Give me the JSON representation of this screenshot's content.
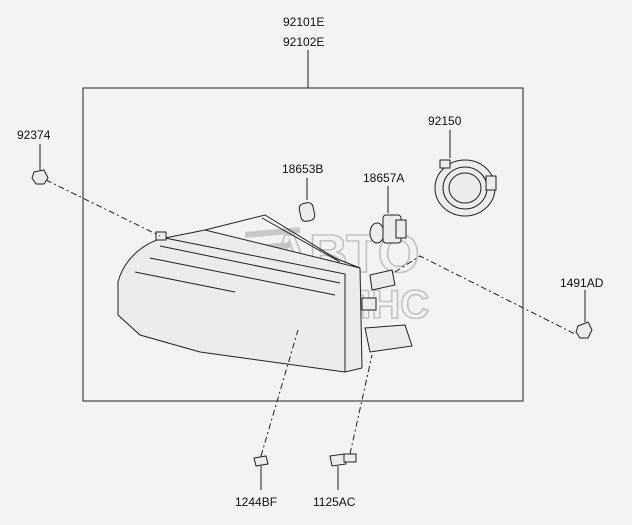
{
  "labels": {
    "assembly_1": "92101E",
    "assembly_2": "92102E",
    "bracket_nut": "92374",
    "bulb_socket_small": "18653B",
    "bulb_main": "18657A",
    "bulb_cap": "92150",
    "clip": "1491AD",
    "screw_a": "1244BF",
    "screw_b": "1125AC"
  },
  "watermark": {
    "line1": "АВТО",
    "line2": "АЛЬЯНС"
  }
}
